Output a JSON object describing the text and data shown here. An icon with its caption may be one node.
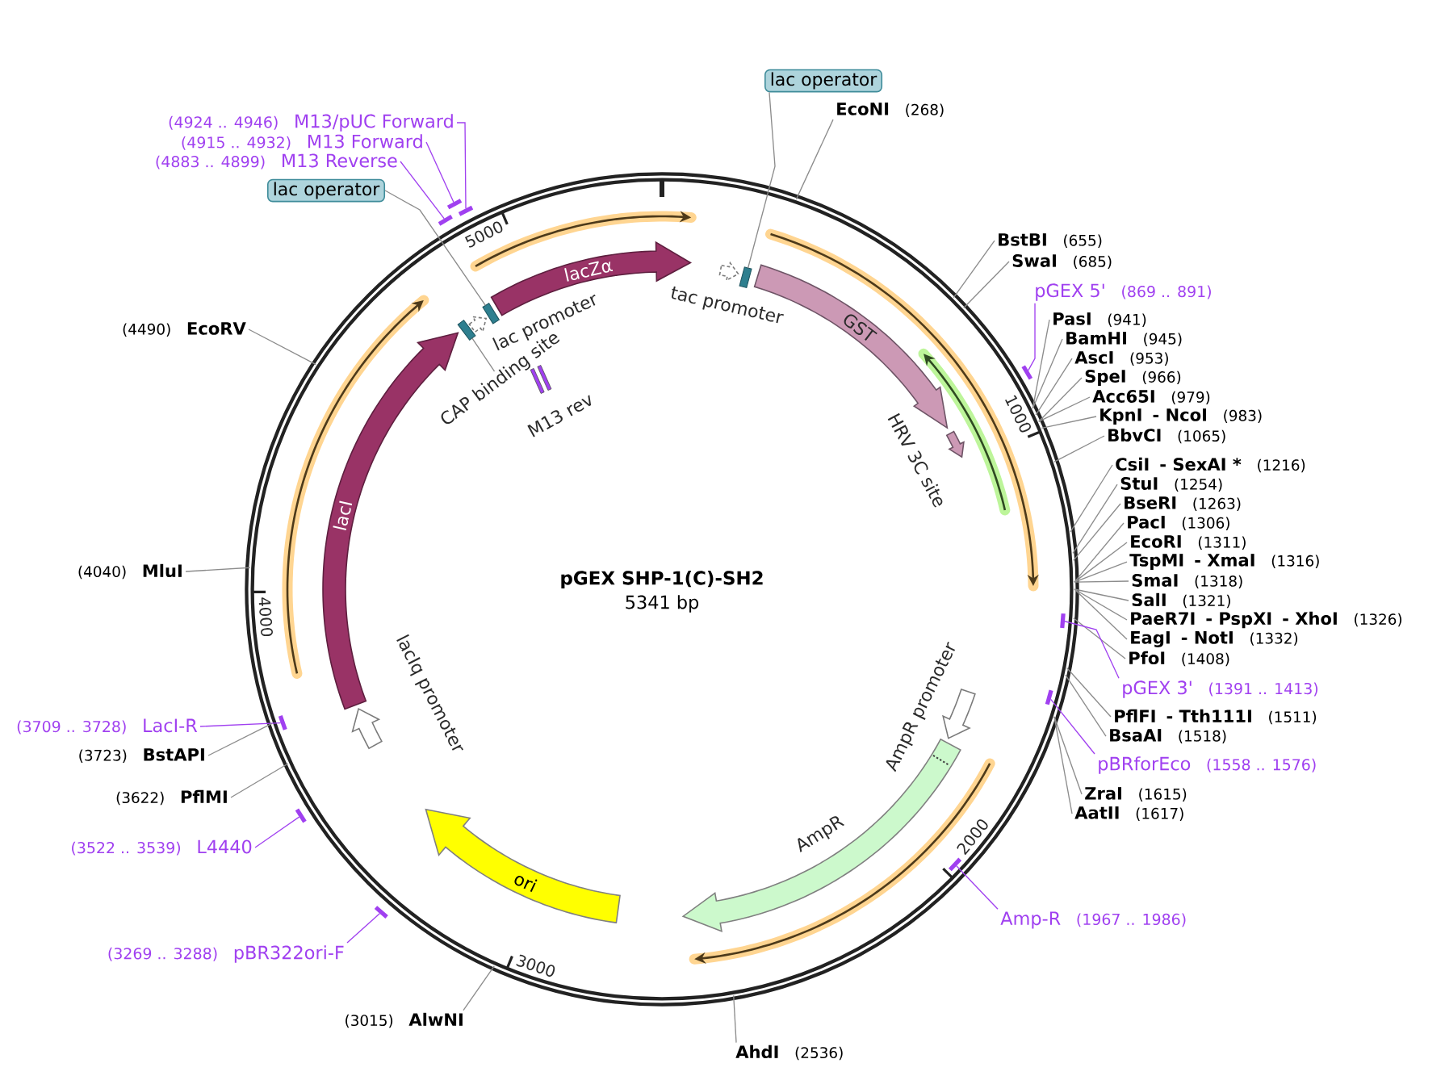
{
  "diagram": {
    "title": "pGEX SHP-1(C)-SH2",
    "nodes": [
      {
        "text": [],
        "shape": "circle"
      },
      {
        "text": [
          "lacZα"
        ],
        "in": 0
      },
      {
        "text": [],
        "shape": "box",
        "in": 0
      },
      {
        "text": [],
        "shape": "box",
        "in": 0
      },
      {
        "text": [],
        "shape": "box",
        "in": 0
      },
      {
        "text": [
          "lac promoter"
        ],
        "in": 0
      },
      {
        "text": [
          "CAP binding site"
        ],
        "in": 0
      },
      {
        "text": [
          "M13 rev"
        ],
        "in": 0
      },
      {
        "text": [
          "tac promoter"
        ],
        "in": 0
      },
      {
        "text": [
          "GST"
        ],
        "in": 0
      },
      {
        "text": [
          "HRV 3C site"
        ],
        "in": 0
      },
      {
        "text": [
          "lacI"
        ],
        "in": 0
      },
      {
        "text": [
          "lacIq promoter"
        ],
        "in": 0
      },
      {
        "text": [
          "AmpR promoter"
        ],
        "in": 0
      },
      {
        "text": [
          "AmpR"
        ],
        "in": 0
      },
      {
        "text": [
          "ori"
        ],
        "in": 0
      },
      {
        "text": [
          "lac operator"
        ]
      },
      {
        "text": [
          "EcoNI",
          "(268)"
        ]
      },
      {
        "text": [
          "BstBI",
          "(655)"
        ]
      },
      {
        "text": [
          "SwaI",
          "(685)"
        ]
      },
      {
        "text": [
          "pGEX 5'",
          "(869 .. 891)"
        ]
      },
      {
        "text": [
          "PasI",
          "(941)"
        ]
      },
      {
        "text": [
          "BamHI",
          "(945)"
        ]
      },
      {
        "text": [
          "AscI",
          "(953)"
        ]
      },
      {
        "text": [
          "SpeI",
          "(966)"
        ]
      },
      {
        "text": [
          "Acc65I",
          "(979)"
        ]
      },
      {
        "text": [
          "KpnI",
          "- NcoI",
          "(983)"
        ]
      },
      {
        "text": [
          "BbvCI",
          "(1065)"
        ]
      },
      {
        "text": [
          "CsiI",
          "- SexAI *",
          "(1216)"
        ]
      },
      {
        "text": [
          "StuI",
          "(1254)"
        ]
      },
      {
        "text": [
          "BseRI",
          "(1263)"
        ]
      },
      {
        "text": [
          "PacI",
          "(1306)"
        ]
      },
      {
        "text": [
          "EcoRI",
          "(1311)"
        ]
      },
      {
        "text": [
          "TspMI",
          "- XmaI",
          "(1316)"
        ]
      },
      {
        "text": [
          "SmaI",
          "(1318)"
        ]
      },
      {
        "text": [
          "SalI",
          "(1321)"
        ]
      },
      {
        "text": [
          "PaeR7I",
          "- PspXI",
          "- XhoI",
          "(1326)"
        ]
      },
      {
        "text": [
          "EagI",
          "- NotI",
          "(1332)"
        ]
      },
      {
        "text": [
          "PfoI",
          "(1408)"
        ]
      },
      {
        "text": [
          "pGEX 3'",
          "(1391 .. 1413)"
        ]
      },
      {
        "text": [
          "PflFI",
          "- Tth111I",
          "(1511)"
        ]
      },
      {
        "text": [
          "BsaAI",
          "(1518)"
        ]
      },
      {
        "text": [
          "pBRforEco",
          "(1558 .. 1576)"
        ]
      },
      {
        "text": [
          "ZraI",
          "(1615)"
        ]
      },
      {
        "text": [
          "AatII",
          "(1617)"
        ]
      },
      {
        "text": [
          "Amp-R",
          "(1967 .. 1986)"
        ]
      },
      {
        "text": [
          "AhdI",
          "(2536)"
        ]
      },
      {
        "text": [
          "(4924 .. 4946)",
          "M13/pUC Forward"
        ]
      },
      {
        "text": [
          "(4915 .. 4932)",
          "M13 Forward"
        ]
      },
      {
        "text": [
          "(4883 .. 4899)",
          "M13 Reverse"
        ]
      },
      {
        "text": [
          "lac operator"
        ]
      },
      {
        "text": [
          "(4490)",
          "EcoRV"
        ]
      },
      {
        "text": [
          "(4040)",
          "MluI"
        ]
      },
      {
        "text": [
          "(3709 .. 3728)",
          "LacI-R"
        ]
      },
      {
        "text": [
          "(3723)",
          "BstAPI"
        ]
      },
      {
        "text": [
          "(3622)",
          "PflMI"
        ]
      },
      {
        "text": [
          "(3522 .. 3539)",
          "L4440"
        ]
      },
      {
        "text": [
          "(3269 .. 3288)",
          "pBR322ori-F"
        ]
      },
      {
        "text": [
          "(3015)",
          "AlwNI"
        ]
      },
      {
        "text": [],
        "shape": "bar"
      },
      {
        "text": [],
        "shape": "bar"
      },
      {
        "text": [],
        "shape": "bar"
      },
      {
        "text": [],
        "shape": "bar"
      },
      {
        "text": [],
        "shape": "bar",
        "in": 0
      },
      {
        "text": [],
        "shape": "bar",
        "in": 0
      },
      {
        "text": [],
        "shape": "bar",
        "in": 0
      },
      {
        "text": [],
        "shape": "bar"
      },
      {
        "text": [],
        "shape": "bar",
        "in": 0
      },
      {
        "text": [],
        "shape": "bar"
      }
    ],
    "edges": [
      {
        "from": 16,
        "to": 4,
        "arrow": "none"
      },
      {
        "from": 17,
        "to": 0,
        "arrow": "none"
      },
      {
        "from": 18,
        "to": 0,
        "arrow": "none"
      },
      {
        "from": 19,
        "to": 0,
        "arrow": "none"
      },
      {
        "from": 20,
        "to": 62,
        "arrow": "none",
        "color": "#a040f0"
      },
      {
        "from": 21,
        "to": 0,
        "arrow": "none"
      },
      {
        "from": 22,
        "to": 0,
        "arrow": "none"
      },
      {
        "from": 23,
        "to": 0,
        "arrow": "none"
      },
      {
        "from": 24,
        "to": 0,
        "arrow": "none"
      },
      {
        "from": 25,
        "to": 0,
        "arrow": "none"
      },
      {
        "from": 26,
        "to": 0,
        "arrow": "none"
      },
      {
        "from": 27,
        "to": 0,
        "arrow": "none"
      },
      {
        "from": 28,
        "to": 0,
        "arrow": "none"
      },
      {
        "from": 29,
        "to": 0,
        "arrow": "none"
      },
      {
        "from": 30,
        "to": 0,
        "arrow": "none"
      },
      {
        "from": 31,
        "to": 0,
        "arrow": "none"
      },
      {
        "from": 32,
        "to": 0,
        "arrow": "none"
      },
      {
        "from": 33,
        "to": 0,
        "arrow": "none"
      },
      {
        "from": 34,
        "to": 0,
        "arrow": "none"
      },
      {
        "from": 35,
        "to": 0,
        "arrow": "none"
      },
      {
        "from": 36,
        "to": 0,
        "arrow": "none"
      },
      {
        "from": 37,
        "to": 0,
        "arrow": "none"
      },
      {
        "from": 38,
        "to": 0,
        "arrow": "none"
      },
      {
        "from": 39,
        "to": 63,
        "arrow": "none",
        "color": "#a040f0"
      },
      {
        "from": 40,
        "to": 0,
        "arrow": "none"
      },
      {
        "from": 41,
        "to": 0,
        "arrow": "none"
      },
      {
        "from": 42,
        "to": 64,
        "arrow": "none",
        "color": "#a040f0"
      },
      {
        "from": 43,
        "to": 0,
        "arrow": "none"
      },
      {
        "from": 44,
        "to": 0,
        "arrow": "none"
      },
      {
        "from": 45,
        "to": 67,
        "arrow": "none",
        "color": "#a040f0"
      },
      {
        "from": 46,
        "to": 0,
        "arrow": "none"
      },
      {
        "from": 47,
        "to": 60,
        "arrow": "none",
        "color": "#a040f0"
      },
      {
        "from": 48,
        "to": 59,
        "arrow": "none",
        "color": "#a040f0"
      },
      {
        "from": 49,
        "to": 61,
        "arrow": "none",
        "color": "#a040f0"
      },
      {
        "from": 50,
        "to": 3,
        "arrow": "none"
      },
      {
        "from": 51,
        "to": 0,
        "arrow": "none"
      },
      {
        "from": 52,
        "to": 0,
        "arrow": "none"
      },
      {
        "from": 53,
        "to": 65,
        "arrow": "none",
        "color": "#a040f0"
      },
      {
        "from": 54,
        "to": 0,
        "arrow": "none"
      },
      {
        "from": 55,
        "to": 0,
        "arrow": "none"
      },
      {
        "from": 56,
        "to": 66,
        "arrow": "none",
        "color": "#a040f0"
      },
      {
        "from": 57,
        "to": 68,
        "arrow": "none",
        "color": "#a040f0"
      },
      {
        "from": 58,
        "to": 0,
        "arrow": "none"
      },
      {
        "from": 6,
        "to": 2,
        "arrow": "none"
      }
    ],
    "labels": [
      "5000",
      "1000",
      "5341 bp",
      "4000",
      "2000",
      "3000"
    ]
  }
}
